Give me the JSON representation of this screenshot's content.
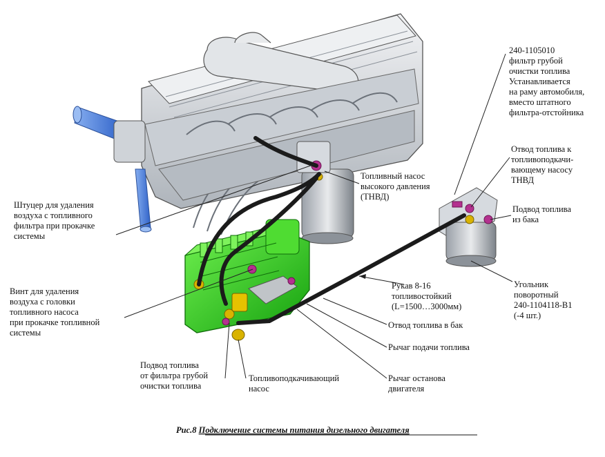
{
  "labels": {
    "coarse_filter": [
      "240-1105010",
      "фильтр грубой",
      "очистки топлива",
      "Устанавливается",
      "на раму автомобиля,",
      "вместо штатного",
      "фильтра-отстойника"
    ],
    "fuel_outlet_to_booster": [
      "Отвод топлива к",
      "топливоподкачи-",
      "вающему насосу",
      "ТНВД"
    ],
    "fuel_supply_from_tank": [
      "Подвод топлива",
      "из бака"
    ],
    "hp_pump": [
      "Топливный насос",
      "высокого давления",
      "(ТНВД)"
    ],
    "bleed_fitting": [
      "Штуцер для удаления",
      "воздуха с топливного",
      "фильтра при прокачке",
      "системы"
    ],
    "bleed_screw": [
      "Винт для удаления",
      "воздуха с головки",
      "топливного насоса",
      "при прокачке топливной",
      "системы"
    ],
    "hose": [
      "Рукав 8-16",
      "топливостойкий",
      "(L=1500…3000мм)"
    ],
    "elbow": [
      "Угольник",
      "поворотный",
      "240-1104118-В1",
      "(-4 шт.)"
    ],
    "return_to_tank": "Отвод топлива в бак",
    "fuel_lever": "Рычаг подачи топлива",
    "stop_lever": [
      "Рычаг останова",
      "двигателя"
    ],
    "supply_from_filter": [
      "Подвод топлива",
      "от фильтра грубой",
      "очистки топлива"
    ],
    "booster_pump": [
      "Топливоподкачивающий",
      "насос"
    ]
  },
  "caption": {
    "prefix": "Рис.8 ",
    "title": "Подключение системы питания дизельного двигателя"
  },
  "colors": {
    "engine": "#d9dde2",
    "pump": "#2ecc1e",
    "fitting": "#b4318f",
    "brass": "#d9b300",
    "hose": "#1b1b1b",
    "pipe_blue": "#4d7fd9"
  }
}
